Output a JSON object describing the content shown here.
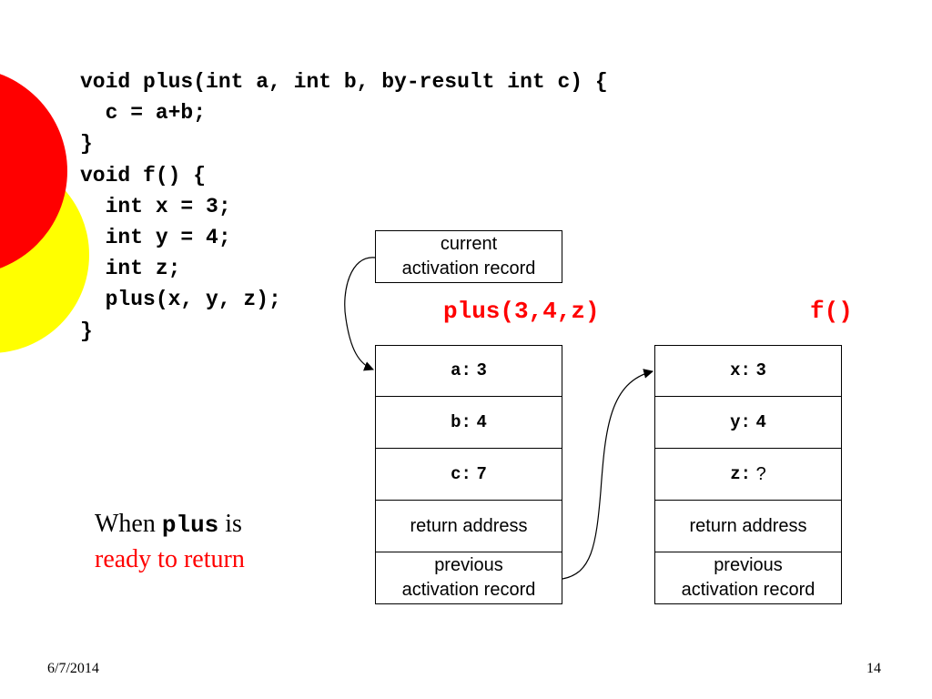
{
  "colors": {
    "accent": "#ff0000",
    "decor_yellow": "#ffff00",
    "decor_red": "#ff0000"
  },
  "code_lines": [
    "void plus(int a, int b, by-result int c) {",
    "  c = a+b;",
    "}",
    "void f() {",
    "  int x = 3;",
    "  int y = 4;",
    "  int z;",
    "  plus(x, y, z);",
    "}"
  ],
  "current_record": {
    "line1": "current",
    "line2": "activation record"
  },
  "frames": {
    "plus": {
      "label": "plus(3,4,z)",
      "cells": [
        {
          "name": "a:",
          "value": "3"
        },
        {
          "name": "b:",
          "value": "4"
        },
        {
          "name": "c:",
          "value": "7"
        }
      ],
      "return_address": "return address",
      "previous_line1": "previous",
      "previous_line2": "activation record"
    },
    "f": {
      "label": "f()",
      "cells": [
        {
          "name": "x:",
          "value": "3"
        },
        {
          "name": "y:",
          "value": "4"
        },
        {
          "name": "z:",
          "value": "?"
        }
      ],
      "return_address": "return address",
      "previous_line1": "previous",
      "previous_line2": "activation record"
    }
  },
  "caption": {
    "word1": "When",
    "keyword": "plus",
    "word2": "is",
    "line2": "ready to return"
  },
  "footer": {
    "date": "6/7/2014",
    "page": "14"
  }
}
